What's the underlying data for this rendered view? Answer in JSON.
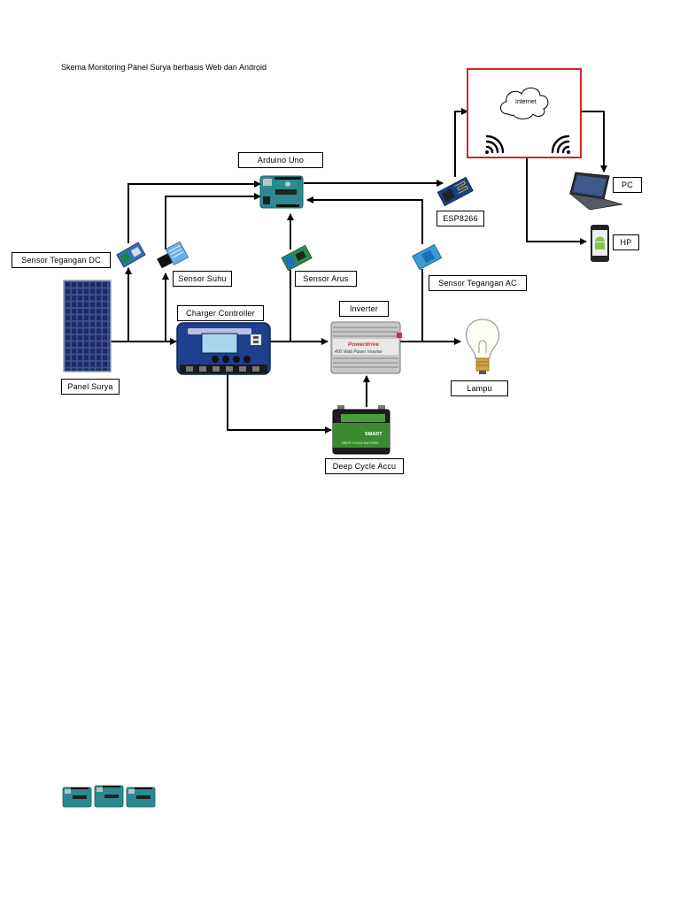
{
  "title": "Skema Monitoring Panel Surya berbasis Web dan Android",
  "labels": {
    "arduino": "Arduino Uno",
    "esp": "ESP8266",
    "pc": "PC",
    "hp": "HP",
    "sensor_dc": "Sensor Tegangan  DC",
    "sensor_suhu": "Sensor Suhu",
    "sensor_arus": "Sensor Arus",
    "sensor_ac": "Sensor Tegangan  AC",
    "charger": "Charger Controller",
    "inverter": "Inverter",
    "panel": "Panel Surya",
    "lampu": "Lampu",
    "accu": "Deep Cycle Accu",
    "internet": "Internet"
  },
  "images": {
    "inverter_brand": "Powerdrive",
    "inverter_model": "400 Watt Power Inverter",
    "battery_brand": "SMART",
    "battery_text": "DEEP CYCLE BATTERY"
  },
  "colors": {
    "internet_border": "#d9222a",
    "line": "#000000",
    "arduino": "#2a8a8f",
    "panel": "#1f2f6b",
    "charger": "#1f3f8f",
    "sensor_blue": "#2f6fb5",
    "sensor_green": "#2e8b57"
  }
}
